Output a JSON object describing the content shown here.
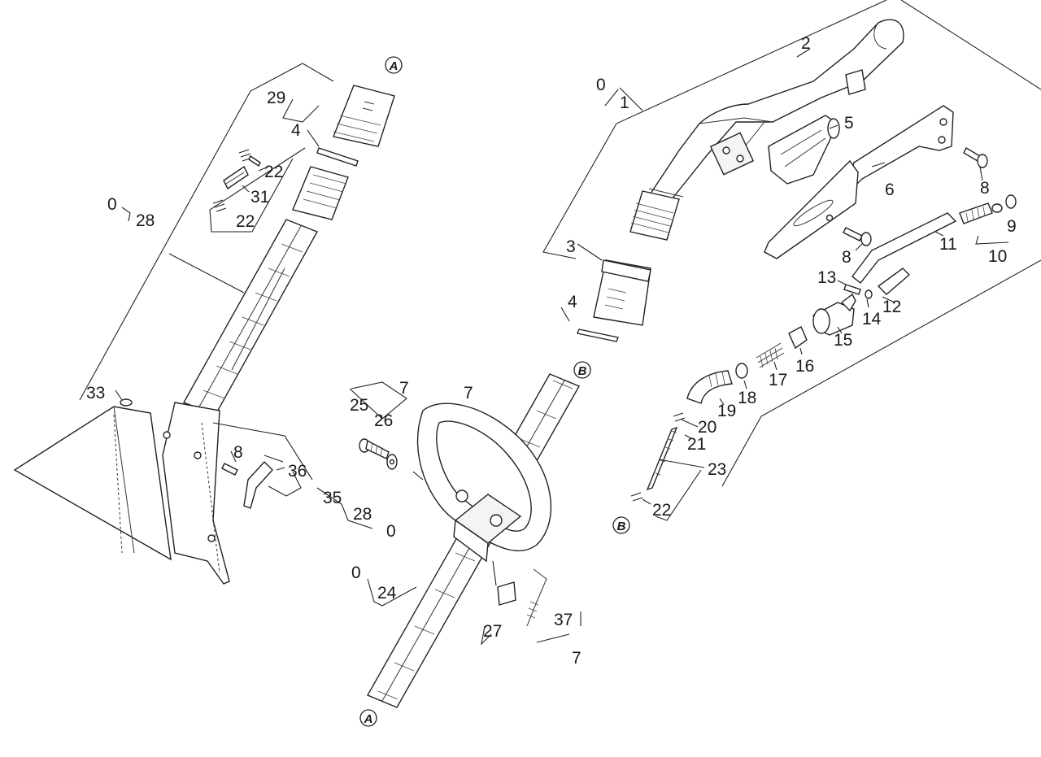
{
  "diagram": {
    "labels": {
      "p0a": "0",
      "p1": "1",
      "p2": "2",
      "p3": "3",
      "p4a": "4",
      "p4b": "4",
      "p5": "5",
      "p6": "6",
      "p7a": "7",
      "p7b": "7",
      "p7c": "7",
      "p8a": "8",
      "p8b": "8",
      "p8c": "8",
      "p9": "9",
      "p10": "10",
      "p11": "11",
      "p12": "12",
      "p13": "13",
      "p14": "14",
      "p15": "15",
      "p16": "16",
      "p17": "17",
      "p18": "18",
      "p19": "19",
      "p20": "20",
      "p21": "21",
      "p22a": "22",
      "p22b": "22",
      "p22c": "22",
      "p23": "23",
      "p24": "24",
      "p0b": "0",
      "p0c": "0",
      "p0d": "0",
      "p25": "25",
      "p26": "26",
      "p27": "27",
      "p28a": "28",
      "p28b": "28",
      "p29": "29",
      "p31": "31",
      "p33": "33",
      "p35": "35",
      "p36": "36",
      "p37": "37"
    },
    "connectors": {
      "a_top": "A",
      "a_bottom": "A",
      "b_mid": "B",
      "b_right": "B"
    }
  }
}
